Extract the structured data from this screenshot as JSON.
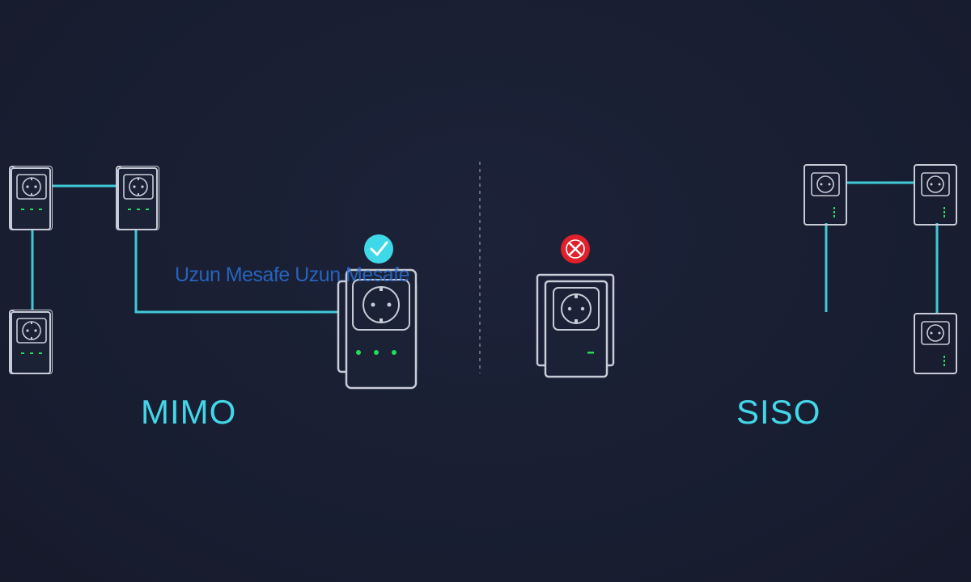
{
  "diagram": {
    "left_label": "MIMO",
    "right_label": "SISO",
    "overlay_text": "Uzun Mesafe Uzun Mesafe",
    "left_status_icon": "check-circle-icon",
    "right_status_icon": "x-circle-icon"
  },
  "colors": {
    "background": "#1a1f33",
    "accent_cyan": "#42d6e8",
    "line_cyan": "#3fc9d6",
    "error_red": "#e0202a",
    "success_cyan": "#3fd8e8",
    "led_green": "#22dd55",
    "device_outline": "#c8ccd6",
    "overlay_blue": "#2a6fd6"
  }
}
